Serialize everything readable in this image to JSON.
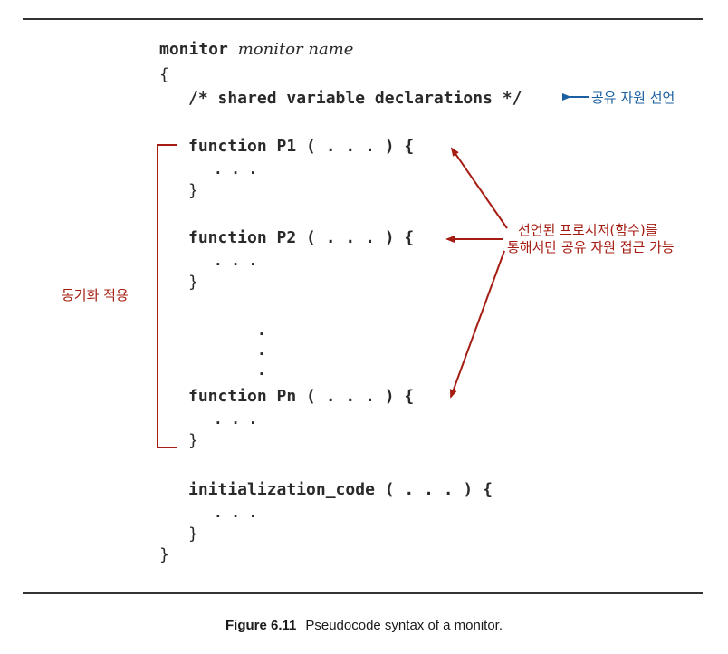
{
  "code": {
    "monitor_keyword": "monitor",
    "monitor_name": "monitor name",
    "open_brace": "{",
    "shared_comment": "/* shared variable declarations */",
    "p1_header": "function P1 ( . . . ) {",
    "p2_header": "function P2 ( . . . ) {",
    "pn_header": "function Pn ( . . . ) {",
    "init_header": "initialization_code ( . . . ) {",
    "body_dots": ". . .",
    "vertical_dot": ".",
    "inner_close": "}",
    "outer_close": "}"
  },
  "annotations": {
    "shared_resource": "공유 자원 선언",
    "procedures_line1": "선언된 프로시저(함수)를",
    "procedures_line2": "통해서만 공유 자원 접근 가능",
    "sync_applied": "동기화 적용"
  },
  "caption": {
    "figure_number": "Figure 6.11",
    "text": "Pseudocode syntax of a monitor."
  },
  "colors": {
    "annotation_blue": "#1a5fa0",
    "annotation_red": "#a51d12",
    "rule": "#333333",
    "code": "#2a2a2a"
  }
}
